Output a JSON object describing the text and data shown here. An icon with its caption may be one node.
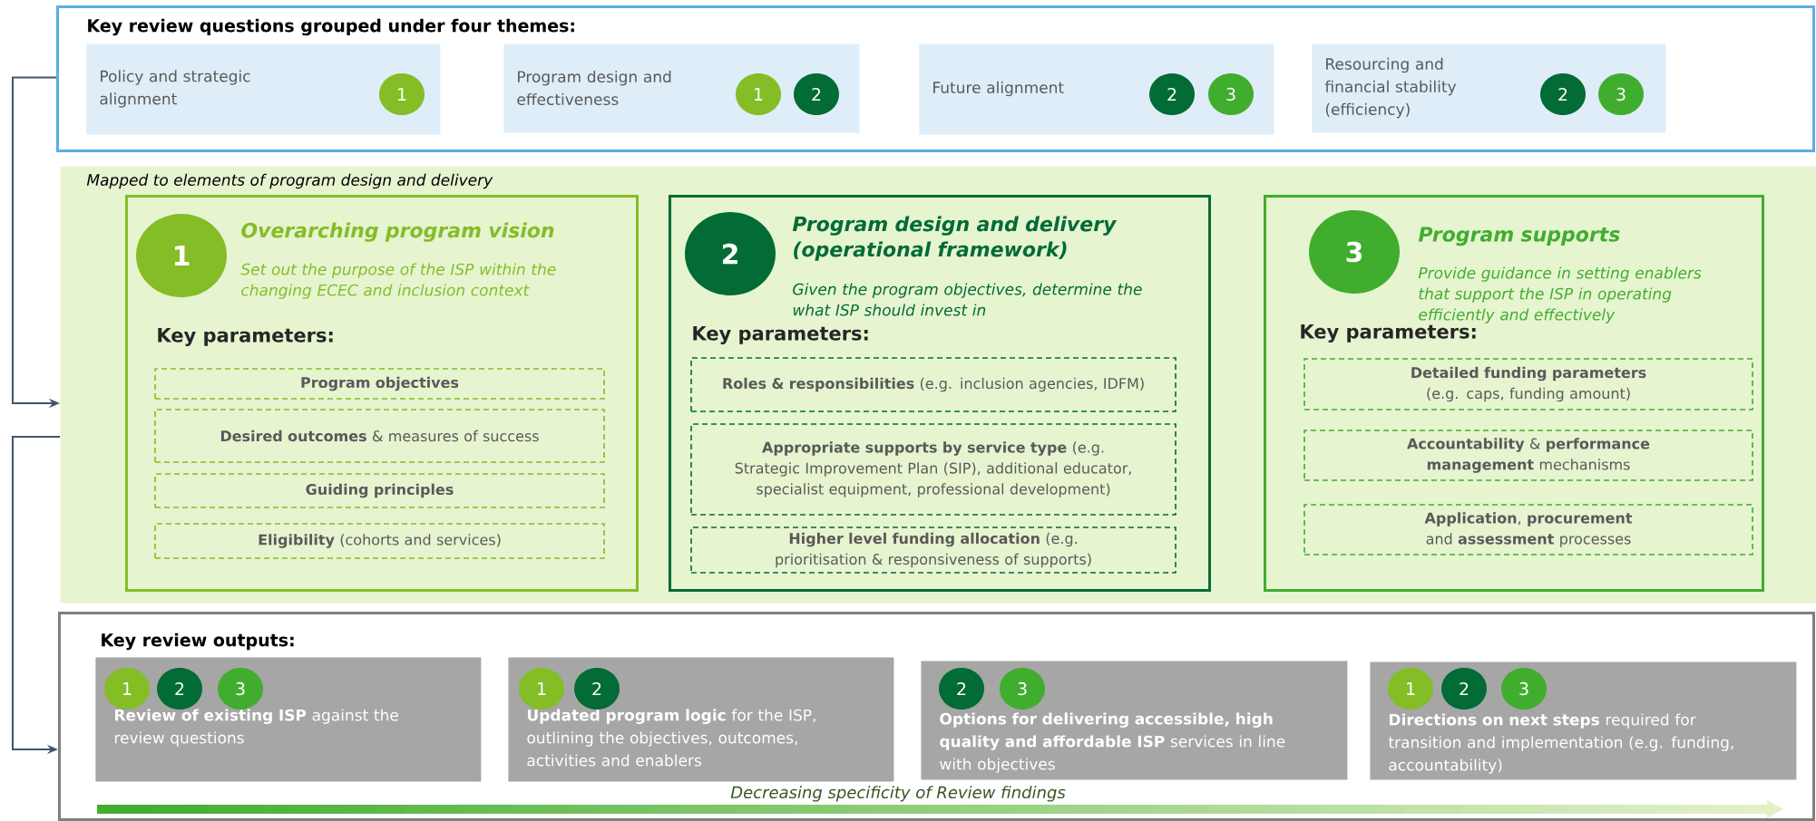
{
  "diagram": {
    "nodes": [
      {
        "text": [
          "Key review questions grouped under four themes:"
        ]
      },
      {
        "text": [
          "Policy and strategic alignment"
        ],
        "in": 0
      },
      {
        "text": [
          "1"
        ],
        "in": 1
      },
      {
        "text": [
          "Program design and effectiveness"
        ],
        "in": 0
      },
      {
        "text": [
          "1"
        ],
        "in": 3
      },
      {
        "text": [
          "2"
        ],
        "in": 3
      },
      {
        "text": [
          "Future alignment"
        ],
        "in": 0
      },
      {
        "text": [
          "2"
        ],
        "in": 6
      },
      {
        "text": [
          "3"
        ],
        "in": 6
      },
      {
        "text": [
          "Resourcing and financial stability (efficiency)"
        ],
        "in": 0
      },
      {
        "text": [
          "2"
        ],
        "in": 9
      },
      {
        "text": [
          "3"
        ],
        "in": 9
      },
      {
        "text": [
          "Mapped to elements of program design and delivery"
        ]
      },
      {
        "text": [
          "Overarching program vision",
          "Set out the purpose of the ISP within the changing ECEC and inclusion context",
          "Key parameters:"
        ],
        "in": 12
      },
      {
        "text": [
          "1"
        ],
        "in": 13
      },
      {
        "text": [
          "Program objectives"
        ],
        "in": 13
      },
      {
        "text": [
          "**Desired outcomes** & measures of success"
        ],
        "in": 13
      },
      {
        "text": [
          "Guiding principles"
        ],
        "in": 13
      },
      {
        "text": [
          "**Eligibility** (cohorts and services)"
        ],
        "in": 13
      },
      {
        "text": [
          "Program design and delivery (operational framework)",
          "Given the program objectives, determine the what ISP should invest in",
          "Key parameters:"
        ],
        "in": 12
      },
      {
        "text": [
          "2"
        ],
        "in": 19
      },
      {
        "text": [
          "**Roles & responsibilities** (e.g. inclusion agencies, IDFM)"
        ],
        "in": 19
      },
      {
        "text": [
          "**Appropriate supports by service type** (e.g. Strategic Improvement Plan (SIP), additional educator, specialist equipment, professional development)"
        ],
        "in": 19
      },
      {
        "text": [
          "**Higher level funding allocation** (e.g. prioritisation & responsiveness of supports)"
        ],
        "in": 19
      },
      {
        "text": [
          "Program supports",
          "Provide guidance in setting enablers that support the ISP in operating efficiently and effectively",
          "Key parameters:"
        ],
        "in": 12
      },
      {
        "text": [
          "3"
        ],
        "in": 24
      },
      {
        "text": [
          "**Detailed funding parameters** (e.g. caps, funding amount)"
        ],
        "in": 24
      },
      {
        "text": [
          "**Accountability** & **performance management** mechanisms"
        ],
        "in": 24
      },
      {
        "text": [
          "**Application**, **procurement** and **assessment** processes"
        ],
        "in": 24
      },
      {
        "text": [
          "Key review outputs:"
        ]
      },
      {
        "text": [
          "**Review of existing ISP** against the review questions"
        ],
        "in": 29
      },
      {
        "text": [
          "1"
        ],
        "in": 30
      },
      {
        "text": [
          "2"
        ],
        "in": 30
      },
      {
        "text": [
          "3"
        ],
        "in": 30
      },
      {
        "text": [
          "**Updated program logic** for the ISP, outlining the objectives, outcomes, activities and enablers"
        ],
        "in": 29
      },
      {
        "text": [
          "1"
        ],
        "in": 34
      },
      {
        "text": [
          "2"
        ],
        "in": 34
      },
      {
        "text": [
          "**Options for delivering accessible, high quality and affordable ISP** services in line with objectives"
        ],
        "in": 29
      },
      {
        "text": [
          "2"
        ],
        "in": 37
      },
      {
        "text": [
          "3"
        ],
        "in": 37
      },
      {
        "text": [
          "**Directions on next steps** required for transition and implementation (e.g. funding, accountability)"
        ],
        "in": 29
      },
      {
        "text": [
          "1"
        ],
        "in": 40
      },
      {
        "text": [
          "2"
        ],
        "in": 40
      },
      {
        "text": [
          "3"
        ],
        "in": 40
      }
    ],
    "edges": [
      {
        "from": 0,
        "to": 12,
        "arrow": "to"
      },
      {
        "from": 12,
        "to": 29,
        "arrow": "to"
      }
    ],
    "labels": [
      "Decreasing specificity of Review findings"
    ]
  }
}
